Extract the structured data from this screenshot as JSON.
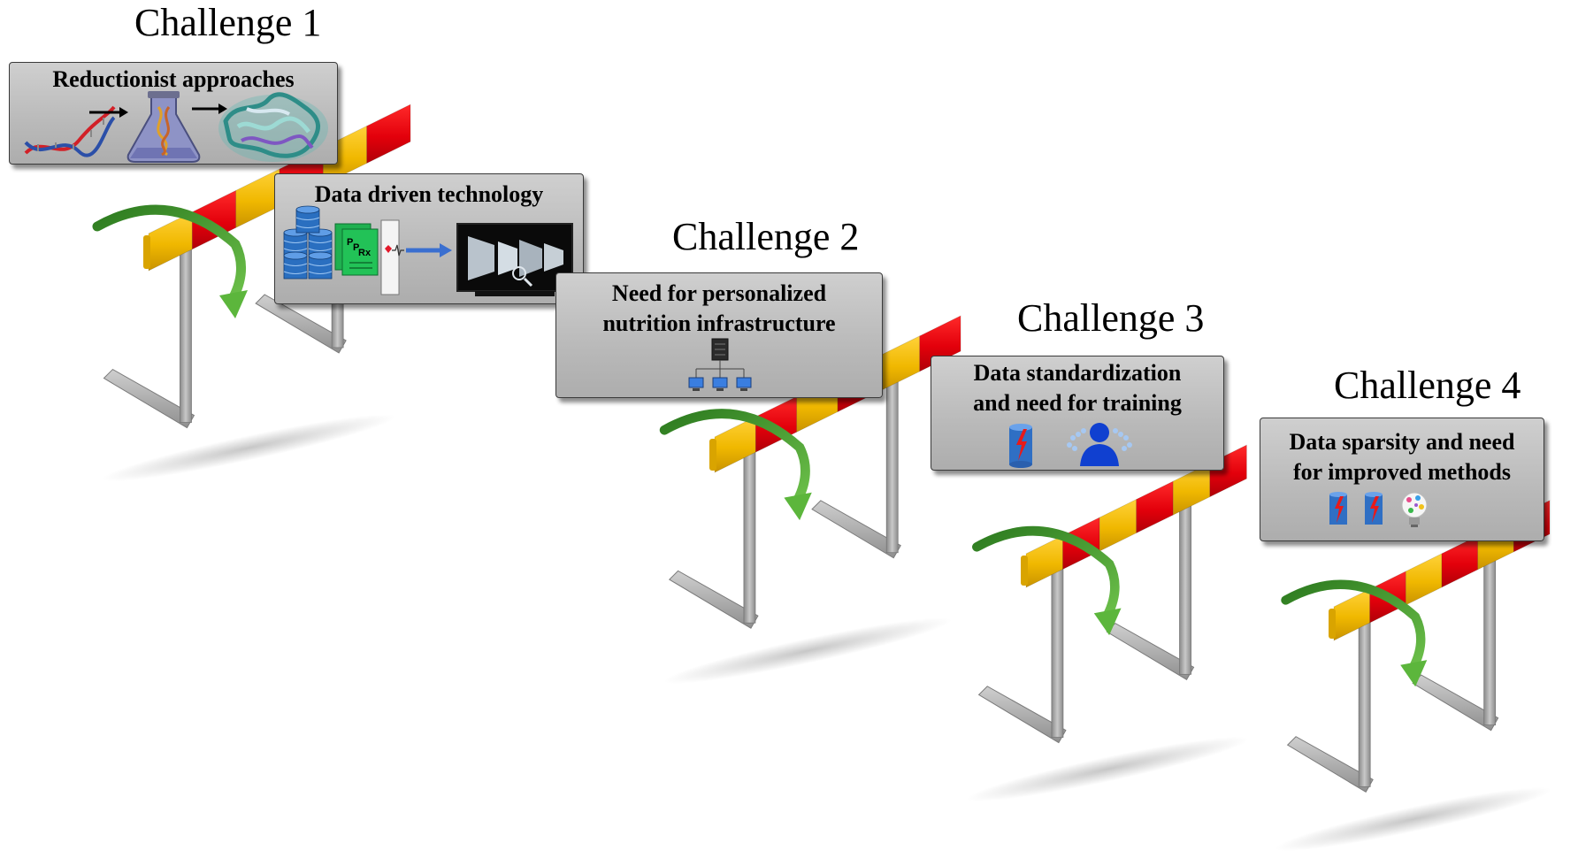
{
  "challenges": [
    {
      "label": "Challenge 1",
      "panel": {
        "lines": [
          "Reductionist approaches"
        ]
      }
    },
    {
      "label": "Challenge 2",
      "panel": {
        "lines": [
          "Need for personalized",
          "nutrition infrastructure"
        ]
      }
    },
    {
      "label": "Challenge 3",
      "panel": {
        "lines": [
          "Data standardization",
          "and need for training"
        ]
      }
    },
    {
      "label": "Challenge 4",
      "panel": {
        "lines": [
          "Data sparsity and need",
          "for improved methods"
        ]
      }
    }
  ],
  "extra_panel": {
    "lines": [
      "Data driven technology"
    ]
  },
  "prescription_text": {
    "p1": "P",
    "p2": "P",
    "rx": "Rx"
  },
  "colors": {
    "hurdle_yellow": "#f2bd00",
    "hurdle_red": "#e8000b",
    "post_gray": "#9a9a9a",
    "arrow_green": "#3f9a2c",
    "panel_gray": "#bdbdbd",
    "dna_red": "#d22027",
    "dna_blue": "#2b4fa8",
    "database_blue": "#2a6fc0",
    "person_blue": "#1040d0"
  },
  "icons": [
    "dna-icon",
    "flask-icon",
    "protein-icon",
    "database-icon",
    "prescription-icon",
    "heart-monitor-icon",
    "monitor-icon",
    "network-icon",
    "data-cylinder-icon",
    "person-icon",
    "lightbulb-icon",
    "arrow-icon"
  ]
}
